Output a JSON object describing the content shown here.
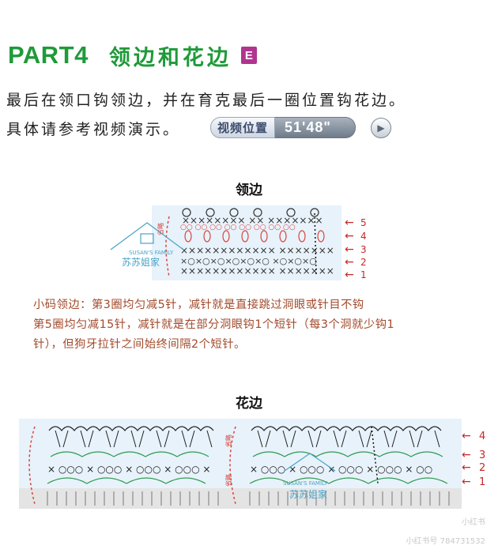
{
  "header": {
    "part": "PART4",
    "title": "领边和花边",
    "badge": "E"
  },
  "intro": {
    "line1": "最后在领口钩领边，并在育克最后一圈位置钩花边。",
    "line2": "具体请参考视频演示。"
  },
  "video": {
    "label": "视频位置",
    "time": "51'48\""
  },
  "collar": {
    "title": "领边",
    "row_numbers": [
      "5",
      "4",
      "3",
      "2",
      "1"
    ],
    "watermark_en": "SUSAN'S FAMILY",
    "watermark_cn": "苏苏姐家",
    "side_label": "省略"
  },
  "note": {
    "line1": "小码领边：第3圈均匀减5针，减针就是直接跳过洞眼或针目不钩",
    "line2": "第5圈均匀减15针，减针就是在部分洞眼钩1个短针（每3个洞就少钩1",
    "line3": "针），但狗牙拉针之间始终间隔2个短针。"
  },
  "lace": {
    "title": "花边",
    "row_numbers": [
      "4",
      "3",
      "2",
      "1"
    ],
    "watermark_en": "SUSAN'S FAMILY",
    "watermark_cn": "苏苏姐家",
    "side_label": "省略"
  },
  "footer": {
    "watermark1": "小红书",
    "watermark2": "小红书号 784731532"
  },
  "colors": {
    "green": "#1f9a3a",
    "badge": "#b0358f",
    "note_text": "#a24a2c",
    "diagram_bg": "#e8f2fb",
    "row_arrow": "#c62828",
    "stitch_red": "#d8443a",
    "stitch_green": "#2e9a4f"
  }
}
